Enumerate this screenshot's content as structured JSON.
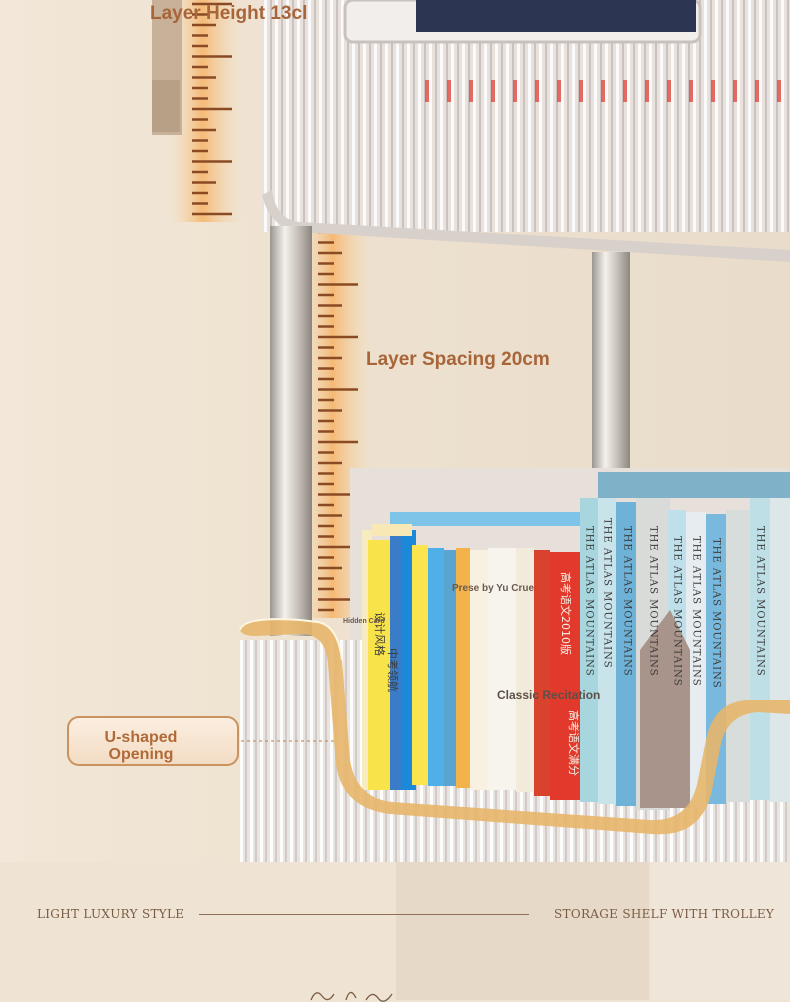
{
  "annotations": {
    "layer_height": "Layer Height 13cl",
    "layer_spacing": "Layer Spacing 20cm",
    "opening_line1": "U-shaped",
    "opening_line2": "Opening"
  },
  "book_texts": {
    "prese": "Prese by Yu Crue",
    "hidden": "Hidden Card",
    "classic": "Classic Recitation"
  },
  "spines": [
    "THE ATLAS MOUNTAINS",
    "THE ATLAS MOUNTAINS",
    "THE ATLAS MOUNTAINS",
    "THE ATLAS MOUNTAINS",
    "THE ATLAS MOUNTAINS",
    "THE ATLAS MOUNTAINS",
    "THE ATLAS MOUNTAINS",
    "THE ATLAS MOUNTAINS"
  ],
  "footer": {
    "left": "LIGHT LUXURY STYLE",
    "right": "STORAGE SHELF WITH TROLLEY"
  },
  "colors": {
    "background": "#efe3d2",
    "accent_brown": "#a8653a",
    "ruler_orange": "#f0a85a",
    "u_edge_gold": "#e7b66a"
  }
}
